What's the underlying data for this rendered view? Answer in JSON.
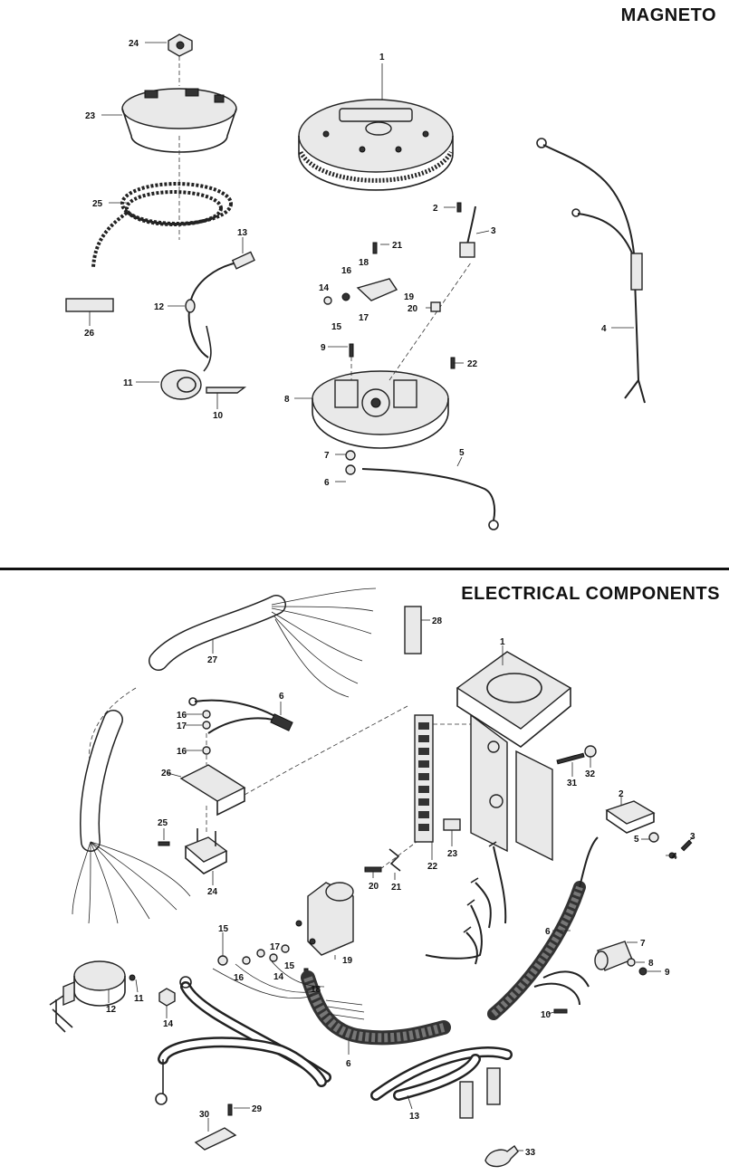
{
  "sections": {
    "magneto": {
      "title": "MAGNETO"
    },
    "electrical": {
      "title": "ELECTRICAL COMPONENTS"
    }
  },
  "magneto_labels": [
    "1",
    "2",
    "3",
    "4",
    "5",
    "6",
    "7",
    "8",
    "9",
    "10",
    "11",
    "12",
    "13",
    "14",
    "15",
    "16",
    "17",
    "18",
    "19",
    "20",
    "21",
    "22",
    "23",
    "24",
    "25",
    "26"
  ],
  "electrical_labels": [
    "1",
    "2",
    "3",
    "4",
    "5",
    "6",
    "6",
    "6",
    "7",
    "8",
    "9",
    "10",
    "11",
    "12",
    "13",
    "14",
    "14",
    "15",
    "15",
    "16",
    "16",
    "16",
    "17",
    "17",
    "18",
    "19",
    "20",
    "21",
    "22",
    "23",
    "24",
    "25",
    "26",
    "27",
    "28",
    "29",
    "30",
    "31",
    "32",
    "33"
  ]
}
